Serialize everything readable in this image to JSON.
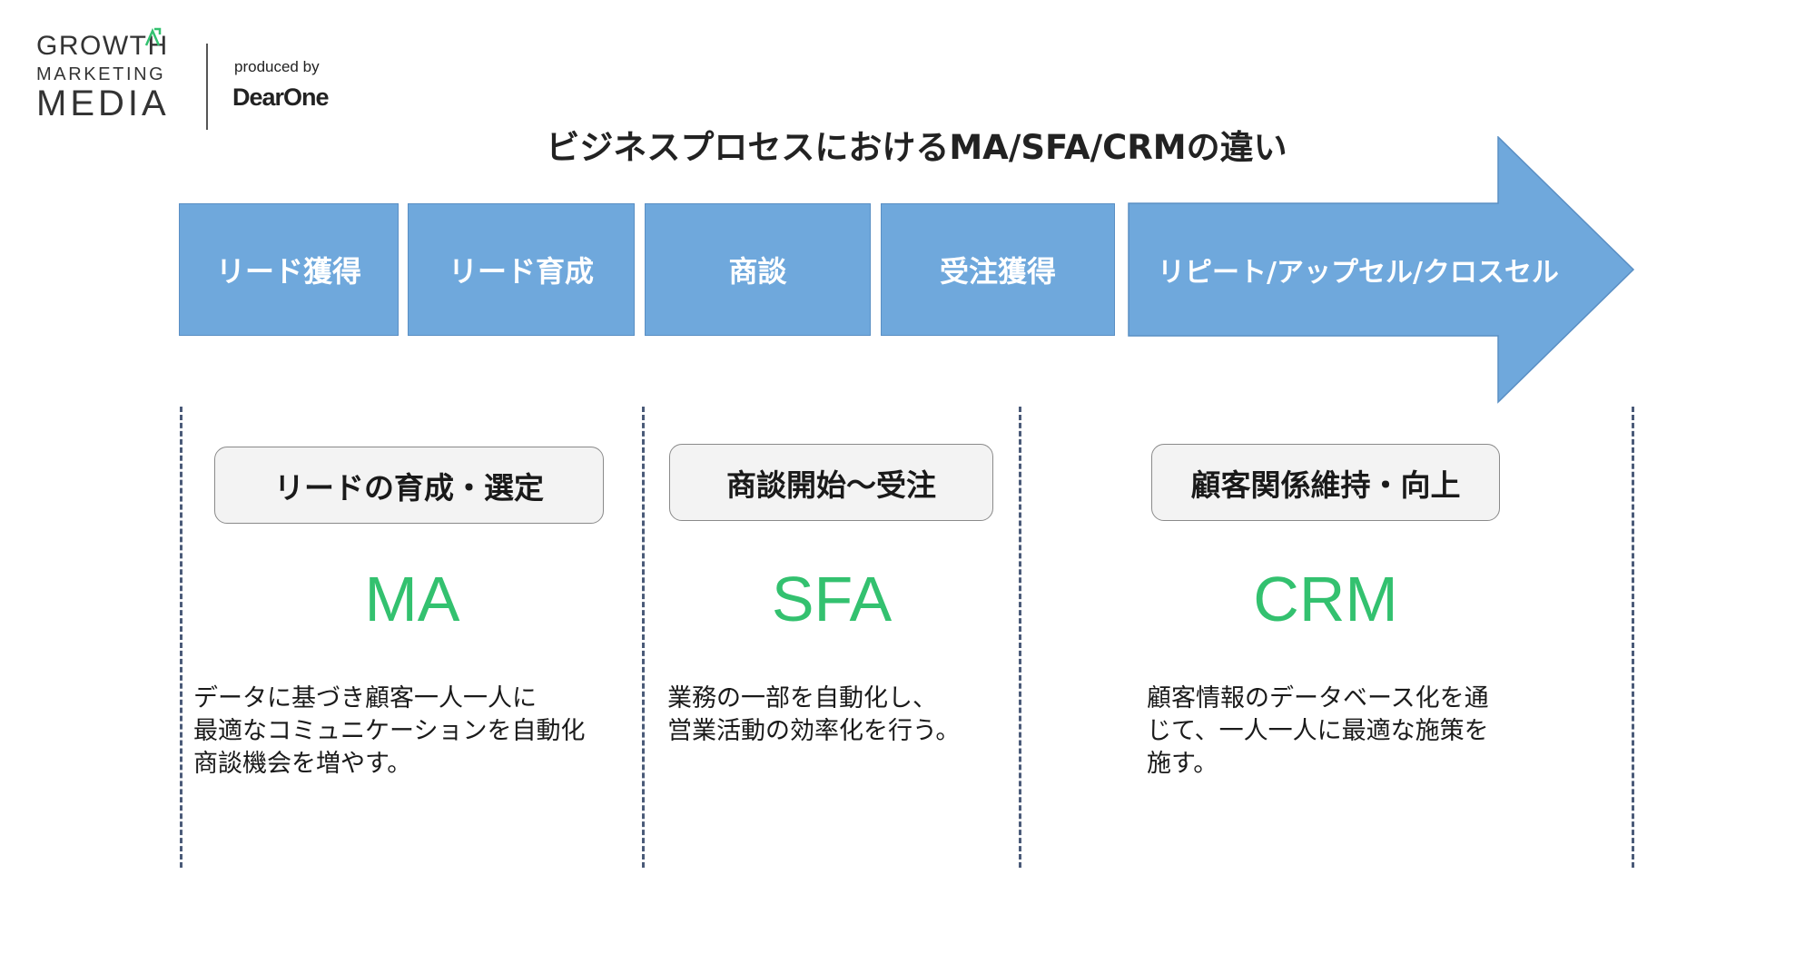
{
  "logo": {
    "growth": "GROWTH",
    "marketing": "MARKETING",
    "media": "MEDIA",
    "produced_by": "produced by",
    "company": "DearOne"
  },
  "title": "ビジネスプロセスにおけるMA/SFA/CRMの違い",
  "stages": [
    "リード獲得",
    "リード育成",
    "商談",
    "受注獲得",
    "リピート/アップセル/クロスセル"
  ],
  "columns": [
    {
      "category": "リードの育成・選定",
      "acronym": "MA",
      "description": [
        "データに基づき顧客一人一人に",
        "最適なコミュニケーションを自動化",
        "商談機会を増やす。"
      ]
    },
    {
      "category": "商談開始～受注",
      "acronym": "SFA",
      "description": [
        "業務の一部を自動化し、",
        "営業活動の効率化を行う。"
      ]
    },
    {
      "category": "顧客関係維持・向上",
      "acronym": "CRM",
      "description": [
        "顧客情報のデータベース化を通",
        "じて、一人一人に最適な施策を",
        "施す。"
      ]
    }
  ],
  "colors": {
    "stage_fill": "#6fa8dc",
    "acronym": "#33c16f",
    "separator": "#4a5a78"
  }
}
